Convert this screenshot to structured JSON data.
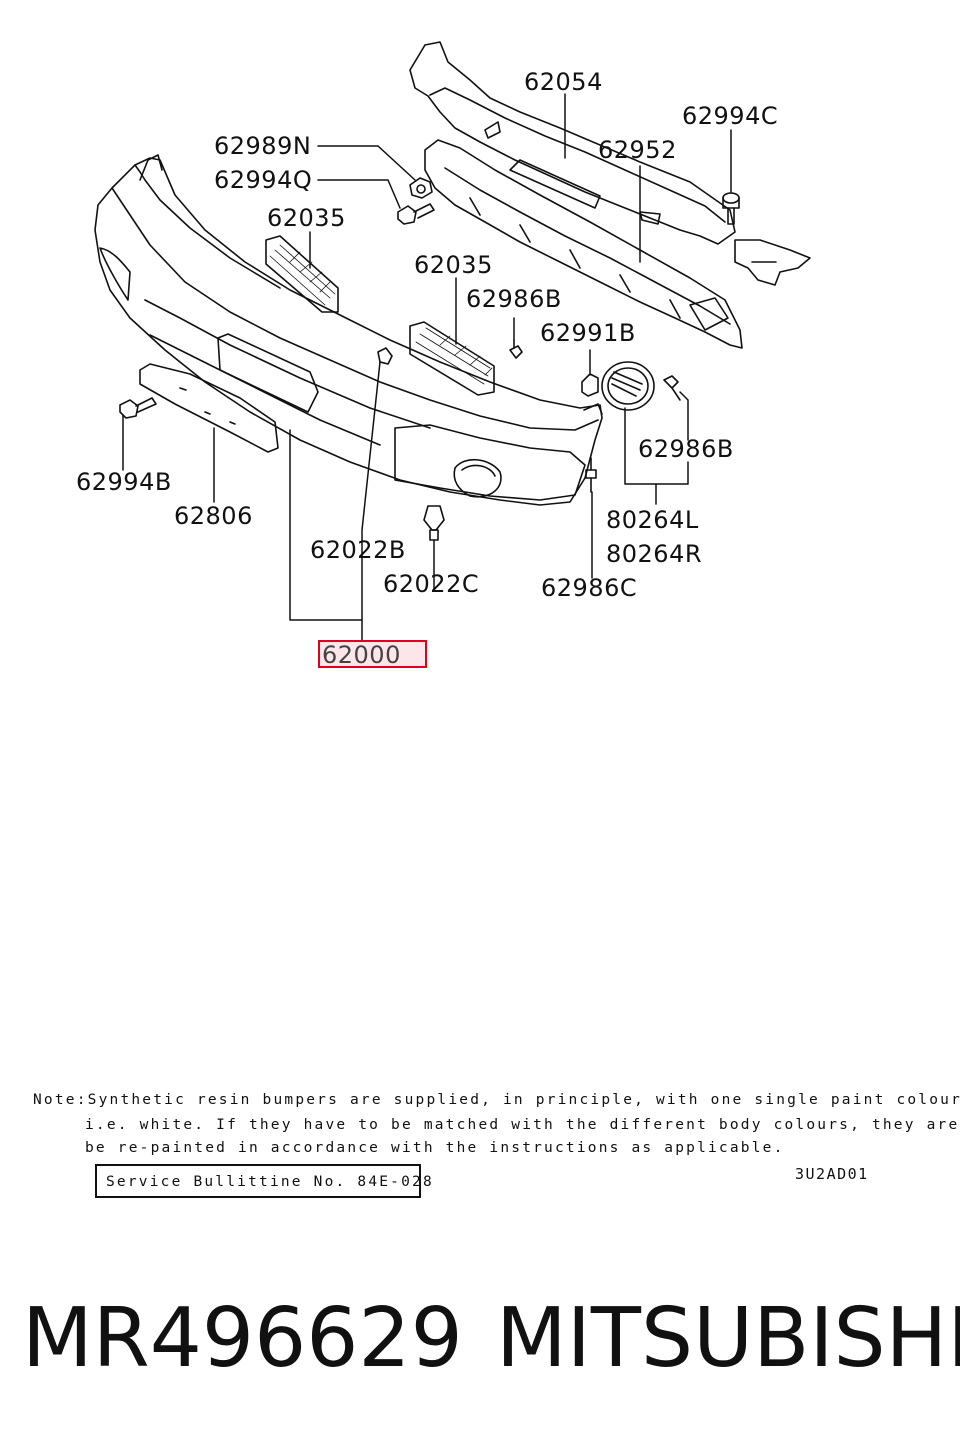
{
  "diagram": {
    "labels": {
      "l62054": "62054",
      "l62994C": "62994C",
      "l62989N": "62989N",
      "l62952": "62952",
      "l62994Q": "62994Q",
      "l62035a": "62035",
      "l62035b": "62035",
      "l62986Ba": "62986B",
      "l62991B": "62991B",
      "l62986Bb": "62986B",
      "l62994B": "62994B",
      "l62806": "62806",
      "l62022B": "62022B",
      "l62022C": "62022C",
      "l80264L": "80264L",
      "l80264R": "80264R",
      "l62986C": "62986C",
      "l62000": "62000"
    },
    "highlight_color": "#e0001b"
  },
  "note": {
    "line1": "Note:Synthetic resin bumpers are supplied, in principle, with one single paint colour",
    "line2": "i.e. white. If they have to be matched with the different body colours, they are to",
    "line3": "be re-painted in accordance with the instructions as applicable."
  },
  "service_bulletin": "Service Bullittine No. 84E-028",
  "figure_code": "3U2AD01",
  "part_number": "MR496629",
  "brand": "MITSUBISHI"
}
